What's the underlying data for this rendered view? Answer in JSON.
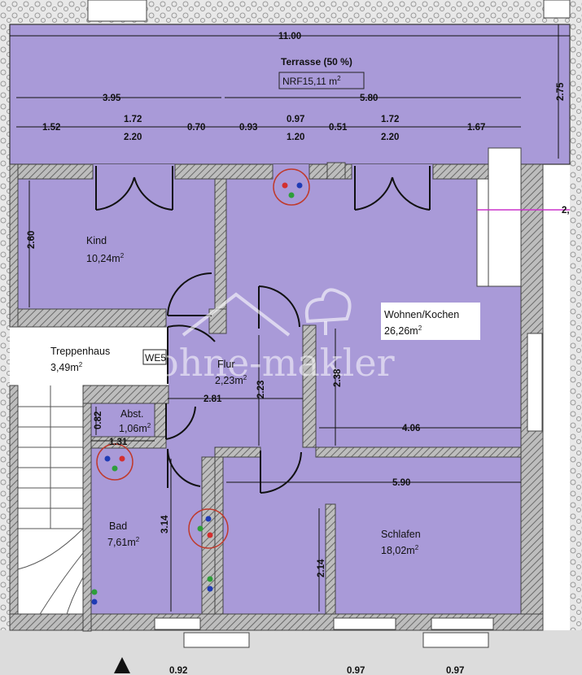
{
  "colors": {
    "room_fill": "#a99ad8",
    "wall": "#8c8c8c",
    "outside": "#dcdcdc"
  },
  "watermark": "ohne-makler",
  "rooms": {
    "terrace": {
      "name": "Terrasse (50 %)",
      "area_prefix": "NRF",
      "area_value": "15,11 m",
      "area_exp": "2"
    },
    "kind": {
      "name": "Kind",
      "area": "10,24m",
      "exp": "2"
    },
    "treppenhaus": {
      "name": "Treppenhaus",
      "area": "3,49m",
      "exp": "2"
    },
    "wohnen": {
      "name": "Wohnen/Kochen",
      "area": "26,26m",
      "exp": "2"
    },
    "flur": {
      "name": "Flur",
      "area": "2,23m",
      "exp": "2"
    },
    "abst": {
      "name": "Abst.",
      "area": "1,06m",
      "exp": "2"
    },
    "bad": {
      "name": "Bad",
      "area": "7,61m",
      "exp": "2"
    },
    "schlafen": {
      "name": "Schlafen",
      "area": "18,02m",
      "exp": "2"
    }
  },
  "equipment": {
    "we_label": "WE5"
  },
  "dimensions": {
    "total_width": "11.00",
    "terrace_depth": "2.75",
    "left_span": "3.95",
    "right_span": "5.80",
    "seg1": "1.52",
    "seg2a": "1.72",
    "seg2b": "2.20",
    "seg3": "0.70",
    "seg4": "0.93",
    "seg5a": "0.97",
    "seg5b": "1.20",
    "seg6": "0.51",
    "seg7a": "1.72",
    "seg7b": "2.20",
    "seg8": "1.67",
    "kind_depth": "2.60",
    "flur_width": "2.81",
    "flur_depth": "2.23",
    "wohnen_depth": "2.38",
    "wohnen_width": "4.06",
    "abst_depth": "0.82",
    "abst_width": "1.31",
    "bad_depth": "3.14",
    "schlafen_width": "5.90",
    "schlafen_depth": "2.14",
    "bottom1": "0.92",
    "bottom2": "0.97",
    "bottom3": "0.97",
    "edge_cut": "2,"
  }
}
